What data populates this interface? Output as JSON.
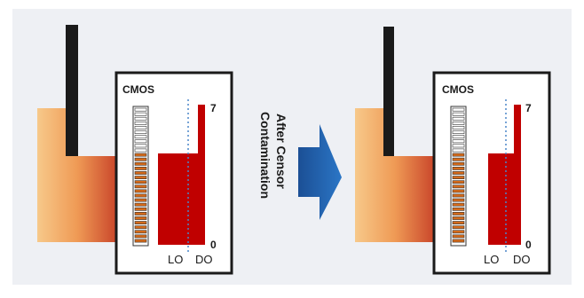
{
  "left_panel": {
    "sensor_label": "CMOS",
    "scale_max": "7",
    "scale_min": "0",
    "lo_label": "LO",
    "do_label": "DO"
  },
  "arrow": {
    "caption_line1": "After Censor",
    "caption_line2": "Contamination"
  },
  "right_panel": {
    "sensor_label": "CMOS",
    "scale_max": "7",
    "scale_min": "0",
    "lo_label": "LO",
    "do_label": "DO"
  },
  "colors": {
    "background": "#eef0f4",
    "arm": "#1a1a1a",
    "bar_red": "#c00000",
    "segment_orange": "#d46a1a",
    "segment_white": "#ffffff",
    "arrow_blue": "#1e5fa8",
    "dotted_line": "#4a86c8"
  }
}
